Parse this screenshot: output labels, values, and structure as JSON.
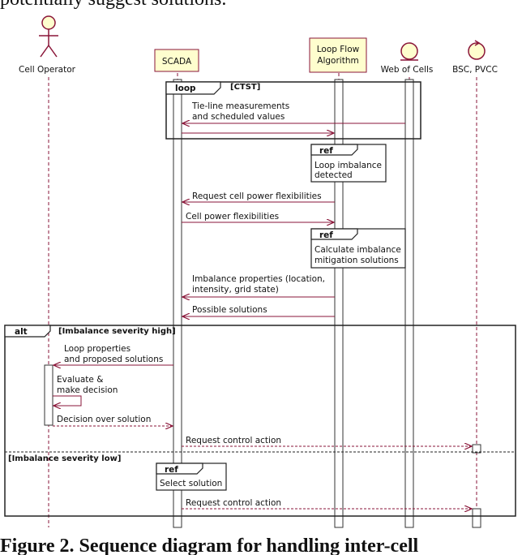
{
  "caption_top": "potentially suggest solutions.",
  "caption_bottom": "Figure 2. Sequence diagram for handling inter-cell",
  "participants": {
    "cell_operator": "Cell Operator",
    "scada": "SCADA",
    "loop_flow_line1": "Loop Flow",
    "loop_flow_line2": "Algorithm",
    "web_of_cells": "Web of Cells",
    "bsc_pvcc": "BSC, PVCC"
  },
  "loop_frame": {
    "keyword": "loop",
    "guard": "[CTST]"
  },
  "alt_frame": {
    "keyword": "alt",
    "guard_high": "[Imbalance severity high]",
    "guard_low": "[Imbalance severity low]"
  },
  "ref_keyword": "ref",
  "refs": {
    "loop_imbalance_line1": "Loop imbalance",
    "loop_imbalance_line2": "detected",
    "calc_line1": "Calculate imbalance",
    "calc_line2": "mitigation solutions",
    "select_solution": "Select solution"
  },
  "messages": {
    "tieline_line1": "Tie-line measurements",
    "tieline_line2": "and scheduled values",
    "request_flex": "Request cell power flexibilities",
    "cell_flex": "Cell power flexibilities",
    "imb_props_line1": "Imbalance properties (location,",
    "imb_props_line2": "intensity, grid state)",
    "possible_solutions": "Possible solutions",
    "loop_props_line1": "Loop properties",
    "loop_props_line2": "and proposed solutions",
    "evaluate_line1": "Evaluate &",
    "evaluate_line2": "make decision",
    "decision": "Decision over solution",
    "request_control_1": "Request control action",
    "request_control_2": "Request control action"
  },
  "colors": {
    "arrow": "#8a1538",
    "lifeline": "#8a1538",
    "participant_fill": "#fefece",
    "actor_stroke": "#8a1538"
  }
}
